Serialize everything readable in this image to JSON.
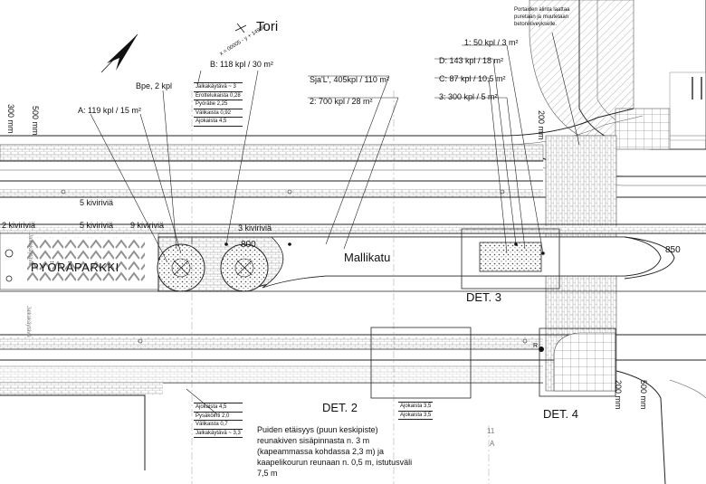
{
  "square_name": "Tori",
  "north_marker": "x = 00005 - y + 14960",
  "street_name": "Mallikatu",
  "bike_parking": "PYÖRÄPARKKI",
  "stair_note": [
    "Portaiden alinta laattaa",
    "puretaan ja muutetaan",
    "betonikiveykselle."
  ],
  "quantities": {
    "b": "B: 118 kpl / 30 m²",
    "bpe": "Bpe, 2 kpl",
    "a": "A: 119 kpl / 15 m²",
    "sja": "Sja'L', 405kpl / 110 m²",
    "two": "2: 700 kpl / 28 m²",
    "one": "1: 50 kpl / 3 m²",
    "d": "D: 143 kpl / 18 m²",
    "c": "C: 87 kpl / 10,5 m²",
    "three": "3: 300 kpl / 5 m²"
  },
  "stone_rows": {
    "r5a": "5 kiviriviä",
    "r2": "2 kiviriviä",
    "r5b": "5 kiviriviä",
    "r9": "9 kiviriviä",
    "r3": "3 kiviriviä"
  },
  "dimensions": {
    "d300": "300 mm",
    "d500": "500 mm",
    "d200": "200 mm",
    "d800": "800",
    "d850": "850",
    "d200b": "200 mm",
    "d500b": "500 mm"
  },
  "details": {
    "det2": "DET. 2",
    "det3": "DET. 3",
    "det4": "DET. 4"
  },
  "table_top": [
    "Jalkakäytävä ~ 3",
    "Erottelukaista 0,28",
    "Pyörätie 2,25",
    "Välikaista 0,92",
    "Ajokaista 4,5"
  ],
  "table_bottom": [
    "Ajokaista 4,5",
    "Pysäköinti 2,0",
    "Välikaista 0,7",
    "Jalkakäytävä ~ 3,3"
  ],
  "table_mid": [
    "Ajokaista 3,5",
    "Ajokaista 3,5"
  ],
  "tree_note": [
    "Puiden etäisyys (puun keskipiste)",
    "reunakiven sisäpinnasta n. 3 m",
    "(kapeammassa kohdassa 2,3 m) ja",
    "kaapelikourun reunaan n. 0,5 m, istutusväli",
    "7,5 m"
  ],
  "grid_label": "11",
  "grid_label2": "A",
  "r_marker": "R",
  "left_vertical_note": "Jalkakäytävä",
  "left_vertical_note2": "Jalkakäytävä"
}
